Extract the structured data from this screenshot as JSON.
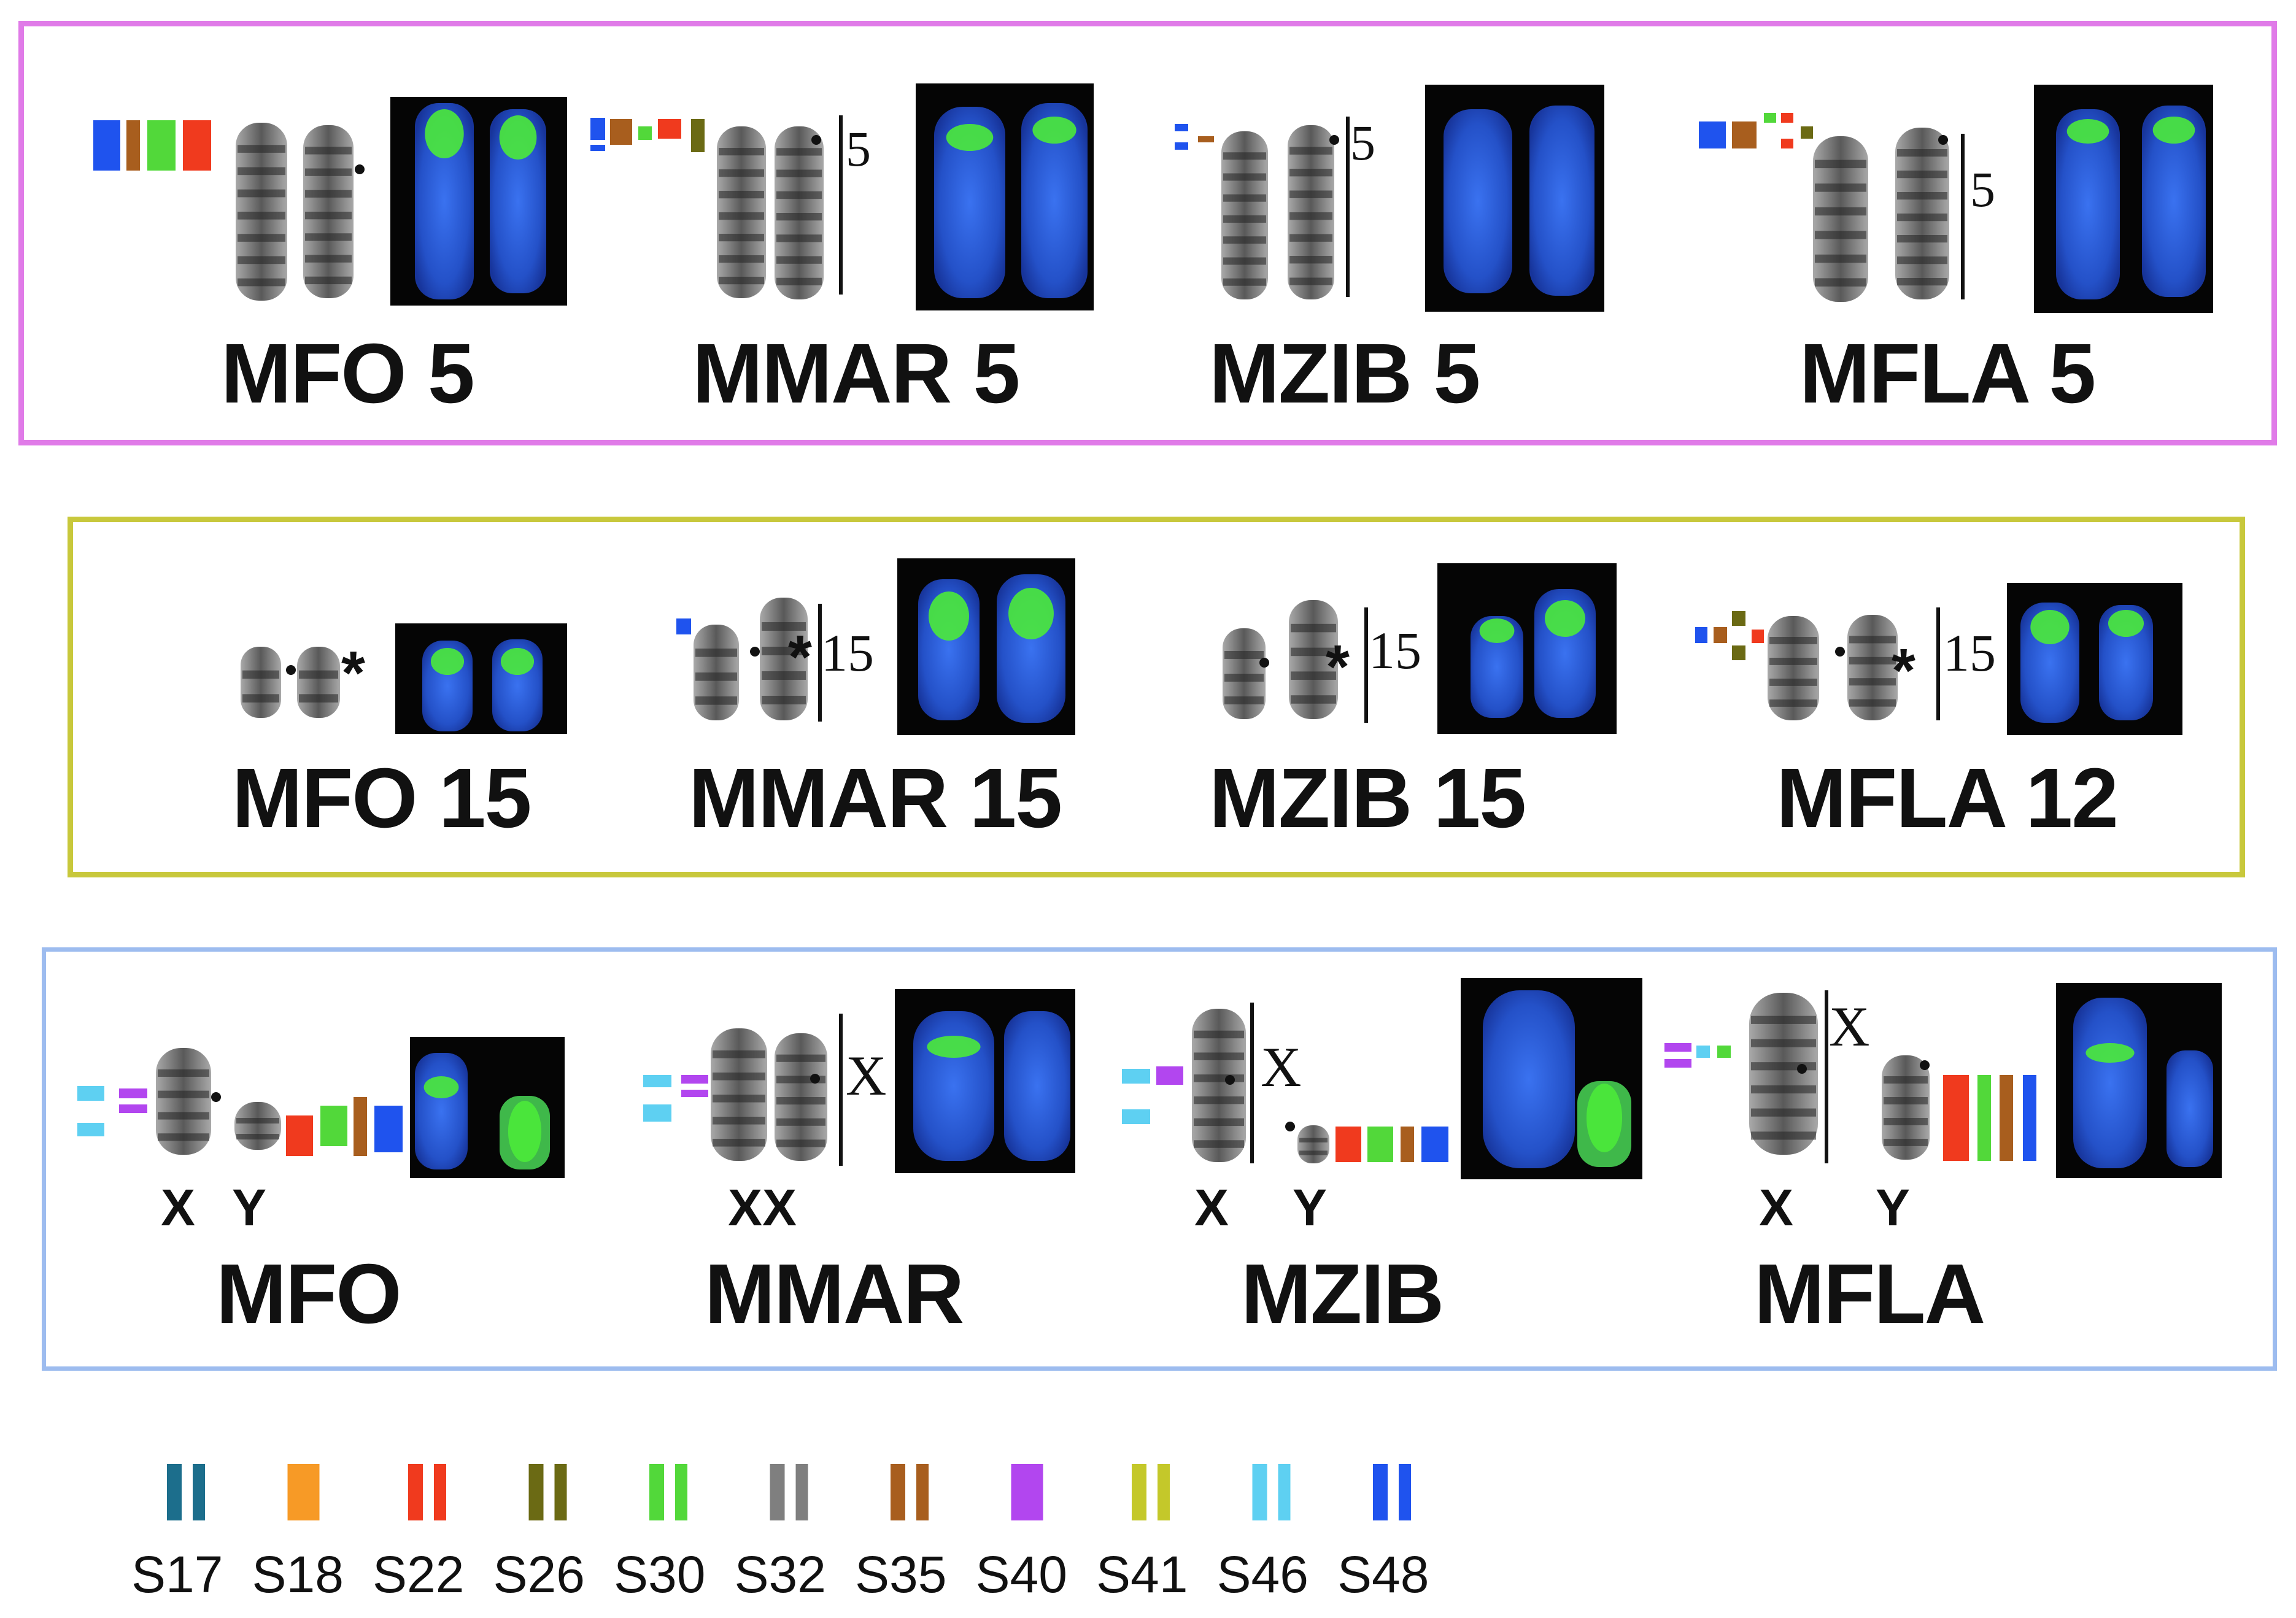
{
  "colors": {
    "panel_top": "#e07be8",
    "panel_middle": "#c8c83c",
    "panel_bottom": "#9dbcef",
    "chromosome_gray": "#555555",
    "fish_bg": "#050505",
    "fish_blue": "#2a5fe0",
    "fish_green": "#4bea3a"
  },
  "panels": [
    {
      "id": "chromosome-5",
      "items": [
        {
          "label": "MFO 5",
          "num": ""
        },
        {
          "label": "MMAR 5",
          "num": "5"
        },
        {
          "label": "MZIB 5",
          "num": "5"
        },
        {
          "label": "MFLA 5",
          "num": "5"
        }
      ]
    },
    {
      "id": "chromosome-15",
      "items": [
        {
          "label": "MFO 15",
          "num": ""
        },
        {
          "label": "MMAR 15",
          "num": "15"
        },
        {
          "label": "MZIB 15",
          "num": "15"
        },
        {
          "label": "MFLA 12",
          "num": "15"
        }
      ]
    },
    {
      "id": "sex-chromosomes",
      "items": [
        {
          "label": "MFO",
          "sex": [
            "X",
            "Y"
          ],
          "num": ""
        },
        {
          "label": "MMAR",
          "sex": [
            "XX"
          ],
          "num": "X"
        },
        {
          "label": "MZIB",
          "sex": [
            "X",
            "Y"
          ],
          "num": "X"
        },
        {
          "label": "MFLA",
          "sex": [
            "X",
            "Y"
          ],
          "num": "X"
        }
      ]
    }
  ],
  "asterisk": "*",
  "legend": [
    {
      "code": "S17",
      "color": "#1c6e8c"
    },
    {
      "code": "S18",
      "color": "#f79a26"
    },
    {
      "code": "S22",
      "color": "#f03a1e"
    },
    {
      "code": "S26",
      "color": "#6b6a14"
    },
    {
      "code": "S30",
      "color": "#52d83a"
    },
    {
      "code": "S32",
      "color": "#7f7f7f"
    },
    {
      "code": "S35",
      "color": "#a85e1e"
    },
    {
      "code": "S40",
      "color": "#b246ef"
    },
    {
      "code": "S41",
      "color": "#c4c82a"
    },
    {
      "code": "S46",
      "color": "#5ed0f2"
    },
    {
      "code": "S48",
      "color": "#1f53ee"
    }
  ]
}
